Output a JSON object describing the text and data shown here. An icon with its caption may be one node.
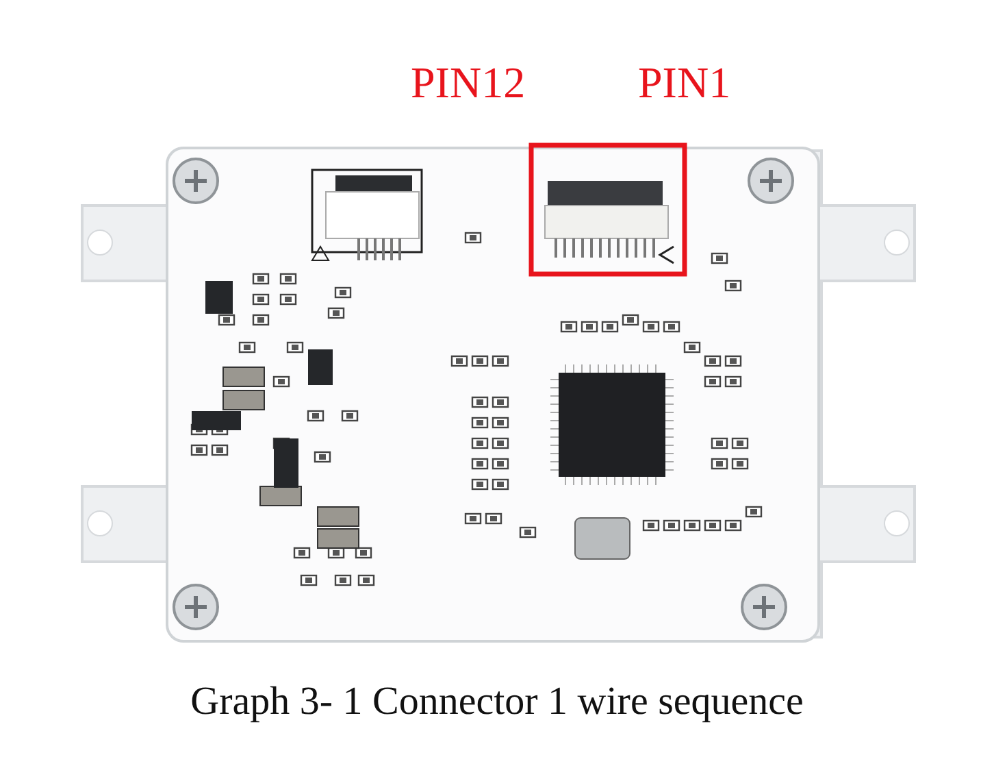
{
  "diagram": {
    "caption": "Graph 3- 1 Connector 1 wire sequence",
    "labels": [
      "PIN12",
      "PIN1"
    ]
  }
}
